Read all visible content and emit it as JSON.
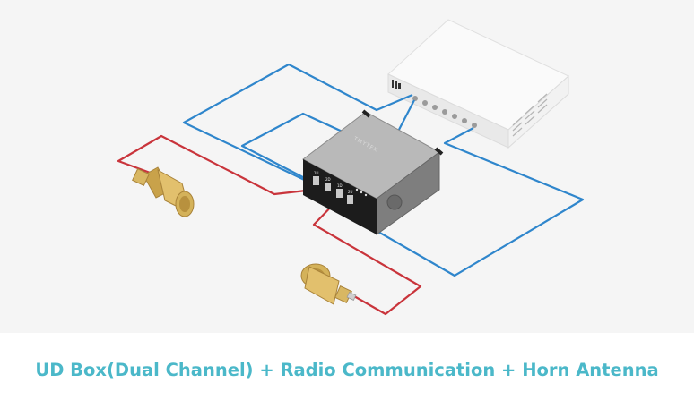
{
  "caption": "UD Box(Dual Channel) + Radio Communication + Horn Antenna",
  "ud_box": {
    "brand": "TMYTEK",
    "port_labels": [
      "1U",
      "2D",
      "1D",
      "2U"
    ]
  },
  "colors": {
    "caption": "#4bb8c9",
    "blue_cable": "#2f86cc",
    "red_cable": "#c9343b",
    "antenna": "#d4b25a",
    "box_body": "#9a9a9a",
    "box_front": "#1c1c1c",
    "radio": "#f4f4f4"
  },
  "icons": [
    "horn-antenna-icon",
    "radio-unit-icon",
    "ud-box-icon"
  ]
}
